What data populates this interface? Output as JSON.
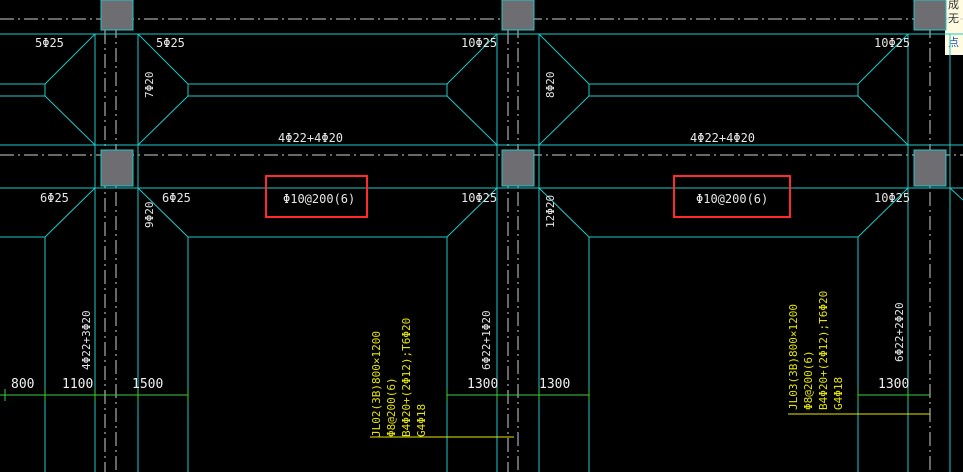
{
  "drawing": {
    "beam_top_labels": [
      "5Φ25",
      "5Φ25",
      "10Φ25",
      "10Φ25"
    ],
    "beam_mid_labels": [
      "4Φ22+4Φ20",
      "4Φ22+4Φ20"
    ],
    "beam_bottom_labels": [
      "6Φ25",
      "6Φ25",
      "10Φ25",
      "10Φ25"
    ],
    "vertical_labels": [
      "7Φ20",
      "8Φ20",
      "9Φ20",
      "12Φ20",
      "4Φ22+3Φ20",
      "6Φ22+1Φ20",
      "6Φ22+2Φ20"
    ],
    "stirrup_labels": [
      "Φ10@200(6)",
      "Φ10@200(6)"
    ],
    "dimensions": [
      "800",
      "1100",
      "1500",
      "1300",
      "1300",
      "1300"
    ],
    "beam_callouts": [
      {
        "lines": [
          "JL02(3B)800×1200",
          "Φ8@200(6)",
          "B4Φ20+(2Φ12);T6Φ20",
          "G4Φ18"
        ]
      },
      {
        "lines": [
          "JL03(3B)800×1200",
          "Φ8@200(6)",
          "B4Φ20+(2Φ12);T6Φ20",
          "G4Φ18"
        ]
      }
    ],
    "tooltip_chars": [
      "成",
      "无",
      "点"
    ]
  },
  "colors": {
    "background": "#000000",
    "outline": "#1fc9c9",
    "axis": "#d0d0d0",
    "dimension": "#3ad13a",
    "annotation": "#e6e600",
    "highlight": "#ff2a2a",
    "column": "#6d6d72"
  }
}
